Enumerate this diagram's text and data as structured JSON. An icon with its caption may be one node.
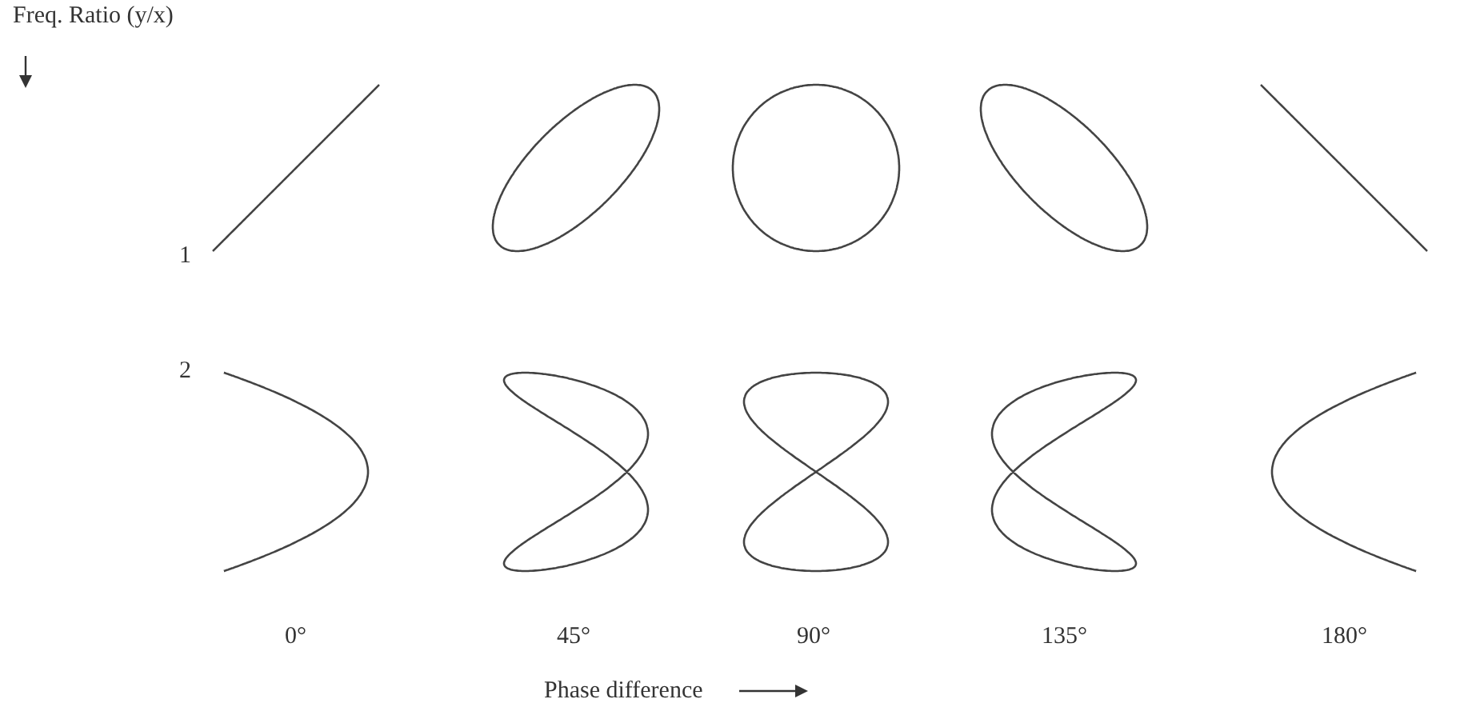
{
  "diagram": {
    "labels": [
      "Freq. Ratio (y/x)",
      "1",
      "2",
      "0°",
      "45°",
      "90°",
      "135°",
      "180°",
      "Phase difference"
    ]
  }
}
